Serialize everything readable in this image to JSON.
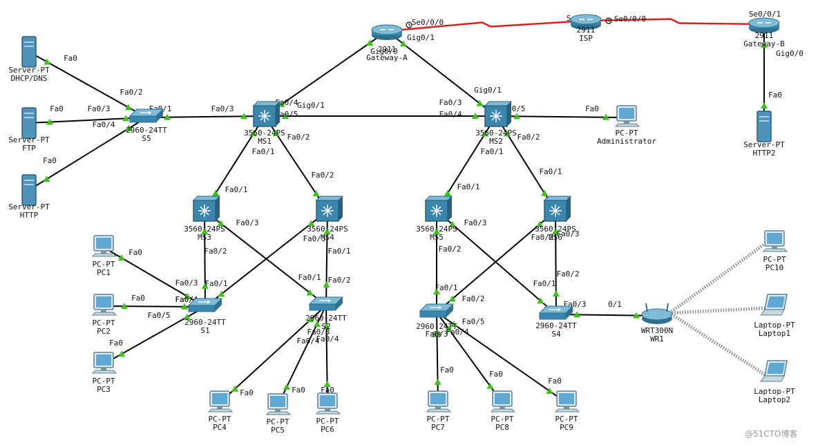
{
  "watermark": "@51CTO博客",
  "devices": [
    {
      "id": "server_dhcp",
      "kind": "server",
      "model": "Server-PT",
      "name": "DHCP/DNS"
    },
    {
      "id": "server_ftp",
      "kind": "server",
      "model": "Server-PT",
      "name": "FTP"
    },
    {
      "id": "server_http",
      "kind": "server",
      "model": "Server-PT",
      "name": "HTTP"
    },
    {
      "id": "s5",
      "kind": "l2switch",
      "model": "2960-24TT",
      "name": "S5"
    },
    {
      "id": "router_a",
      "kind": "router",
      "model": "2911",
      "name": "Gateway-A"
    },
    {
      "id": "isp",
      "kind": "router",
      "model": "2911",
      "name": "ISP"
    },
    {
      "id": "router_b",
      "kind": "router",
      "model": "2911",
      "name": "Gateway-B"
    },
    {
      "id": "server_http2",
      "kind": "server",
      "model": "Server-PT",
      "name": "HTTP2"
    },
    {
      "id": "ms1",
      "kind": "l3switch",
      "model": "3560-24PS",
      "name": "MS1"
    },
    {
      "id": "ms2",
      "kind": "l3switch",
      "model": "3560-24PS",
      "name": "MS2"
    },
    {
      "id": "pc_admin",
      "kind": "pc",
      "model": "PC-PT",
      "name": "Administrator"
    },
    {
      "id": "ms3",
      "kind": "l3switch",
      "model": "3560-24PS",
      "name": "MS3"
    },
    {
      "id": "ms4",
      "kind": "l3switch",
      "model": "3560-24PS",
      "name": "MS4"
    },
    {
      "id": "ms5",
      "kind": "l3switch",
      "model": "3560-24PS",
      "name": "MS5"
    },
    {
      "id": "ms6",
      "kind": "l3switch",
      "model": "3560-24PS",
      "name": "MS6"
    },
    {
      "id": "s1",
      "kind": "l2switch",
      "model": "2960-24TT",
      "name": "S1"
    },
    {
      "id": "s2",
      "kind": "l2switch",
      "model": "2960-24TT",
      "name": "S2"
    },
    {
      "id": "s3",
      "kind": "l2switch",
      "model": "2960-24TT",
      "name": "S3"
    },
    {
      "id": "s4",
      "kind": "l2switch",
      "model": "2960-24TT",
      "name": "S4"
    },
    {
      "id": "wr1",
      "kind": "wireless",
      "model": "WRT300N",
      "name": "WR1"
    },
    {
      "id": "pc1",
      "kind": "pc",
      "model": "PC-PT",
      "name": "PC1"
    },
    {
      "id": "pc2",
      "kind": "pc",
      "model": "PC-PT",
      "name": "PC2"
    },
    {
      "id": "pc3",
      "kind": "pc",
      "model": "PC-PT",
      "name": "PC3"
    },
    {
      "id": "pc4",
      "kind": "pc",
      "model": "PC-PT",
      "name": "PC4"
    },
    {
      "id": "pc5",
      "kind": "pc",
      "model": "PC-PT",
      "name": "PC5"
    },
    {
      "id": "pc6",
      "kind": "pc",
      "model": "PC-PT",
      "name": "PC6"
    },
    {
      "id": "pc7",
      "kind": "pc",
      "model": "PC-PT",
      "name": "PC7"
    },
    {
      "id": "pc8",
      "kind": "pc",
      "model": "PC-PT",
      "name": "PC8"
    },
    {
      "id": "pc9",
      "kind": "pc",
      "model": "PC-PT",
      "name": "PC9"
    },
    {
      "id": "pc10",
      "kind": "pc",
      "model": "PC-PT",
      "name": "PC10"
    },
    {
      "id": "laptop1",
      "kind": "laptop",
      "model": "Laptop-PT",
      "name": "Laptop1"
    },
    {
      "id": "laptop2",
      "kind": "laptop",
      "model": "Laptop-PT",
      "name": "Laptop2"
    }
  ],
  "links": [
    {
      "a": "server_dhcp",
      "b": "s5",
      "type": "ethernet",
      "a_port": "Fa0",
      "b_port": "Fa0/2"
    },
    {
      "a": "server_ftp",
      "b": "s5",
      "type": "ethernet",
      "a_port": "Fa0",
      "b_port": "Fa0/3"
    },
    {
      "a": "server_http",
      "b": "s5",
      "type": "ethernet",
      "a_port": "Fa0",
      "b_port": "Fa0/4"
    },
    {
      "a": "s5",
      "b": "ms1",
      "type": "ethernet",
      "a_port": "Fa0/1",
      "b_port": "Fa0/3"
    },
    {
      "a": "ms1",
      "b": "router_a",
      "type": "ethernet",
      "a_port": "Fa0/4",
      "b_port": "Gig0/0"
    },
    {
      "a": "ms2",
      "b": "router_a",
      "type": "ethernet",
      "a_port": "Gig0/1",
      "b_port": "Gig0/1"
    },
    {
      "a": "ms1",
      "b": "ms2",
      "type": "ethernet",
      "a_port": "Gig0/1",
      "b_port": "Fa0/3"
    },
    {
      "a": "ms1",
      "b": "ms2",
      "type": "ethernet",
      "a_port": "Fa0/5",
      "b_port": "Fa0/4"
    },
    {
      "a": "ms2",
      "b": "pc_admin",
      "type": "ethernet",
      "a_port": "Fa0/5",
      "b_port": "Fa0"
    },
    {
      "a": "router_a",
      "b": "isp",
      "type": "serial",
      "a_port": "Se0/0/0",
      "b_port": "Se0/0/1"
    },
    {
      "a": "isp",
      "b": "router_b",
      "type": "serial",
      "a_port": "Se0/0/0",
      "b_port": "Se0/0/1"
    },
    {
      "a": "router_b",
      "b": "server_http2",
      "type": "ethernet",
      "a_port": "Gig0/0",
      "b_port": "Fa0"
    },
    {
      "a": "ms1",
      "b": "ms3",
      "type": "ethernet",
      "a_port": "Fa0/1",
      "b_port": "Fa0/1"
    },
    {
      "a": "ms1",
      "b": "ms4",
      "type": "ethernet",
      "a_port": "Fa0/2",
      "b_port": "Fa0/2"
    },
    {
      "a": "ms2",
      "b": "ms5",
      "type": "ethernet",
      "a_port": "Fa0/1",
      "b_port": "Fa0/1"
    },
    {
      "a": "ms2",
      "b": "ms6",
      "type": "ethernet",
      "a_port": "Fa0/2",
      "b_port": "Fa0/1"
    },
    {
      "a": "ms3",
      "b": "s1",
      "type": "ethernet",
      "a_port": "Fa0/2",
      "b_port": "Fa0/3"
    },
    {
      "a": "ms3",
      "b": "s2",
      "type": "ethernet",
      "a_port": "Fa0/3",
      "b_port": "Fa0/1"
    },
    {
      "a": "ms4",
      "b": "s1",
      "type": "ethernet",
      "a_port": "Fa0/3",
      "b_port": "Fa0/1"
    },
    {
      "a": "ms4",
      "b": "s2",
      "type": "ethernet",
      "a_port": "Fa0/1",
      "b_port": "Fa0/2"
    },
    {
      "a": "ms5",
      "b": "s3",
      "type": "ethernet",
      "a_port": "Fa0/2",
      "b_port": "Fa0/1"
    },
    {
      "a": "ms5",
      "b": "s4",
      "type": "ethernet",
      "a_port": "Fa0/3",
      "b_port": "Fa0/1"
    },
    {
      "a": "ms6",
      "b": "s3",
      "type": "ethernet",
      "a_port": "Fa0/2",
      "b_port": "Fa0/2"
    },
    {
      "a": "ms6",
      "b": "s4",
      "type": "ethernet",
      "a_port": "Fa0/3",
      "b_port": "Fa0/2"
    },
    {
      "a": "s1",
      "b": "pc1",
      "type": "ethernet",
      "a_port": "Fa0/4",
      "b_port": "Fa0"
    },
    {
      "a": "s1",
      "b": "pc2",
      "type": "ethernet",
      "a_port": "Fa0/4",
      "b_port": "Fa0"
    },
    {
      "a": "s1",
      "b": "pc3",
      "type": "ethernet",
      "a_port": "Fa0/5",
      "b_port": "Fa0"
    },
    {
      "a": "s2",
      "b": "pc4",
      "type": "ethernet",
      "a_port": "Fa0/3",
      "b_port": "Fa0"
    },
    {
      "a": "s2",
      "b": "pc5",
      "type": "ethernet",
      "a_port": "Fa0/4",
      "b_port": "Fa0"
    },
    {
      "a": "s2",
      "b": "pc6",
      "type": "ethernet",
      "a_port": "Fa0/4",
      "b_port": "Fa0"
    },
    {
      "a": "s3",
      "b": "pc7",
      "type": "ethernet",
      "a_port": "Fa0/3",
      "b_port": "Fa0"
    },
    {
      "a": "s3",
      "b": "pc8",
      "type": "ethernet",
      "a_port": "Fa0/4",
      "b_port": "Fa0"
    },
    {
      "a": "s3",
      "b": "pc9",
      "type": "ethernet",
      "a_port": "Fa0/5",
      "b_port": "Fa0"
    },
    {
      "a": "s4",
      "b": "wr1",
      "type": "ethernet",
      "a_port": "Fa0/3",
      "b_port": "0/1"
    },
    {
      "a": "wr1",
      "b": "pc10",
      "type": "wireless",
      "a_port": "",
      "b_port": ""
    },
    {
      "a": "wr1",
      "b": "laptop1",
      "type": "wireless",
      "a_port": "",
      "b_port": ""
    },
    {
      "a": "wr1",
      "b": "laptop2",
      "type": "wireless",
      "a_port": "",
      "b_port": ""
    }
  ]
}
